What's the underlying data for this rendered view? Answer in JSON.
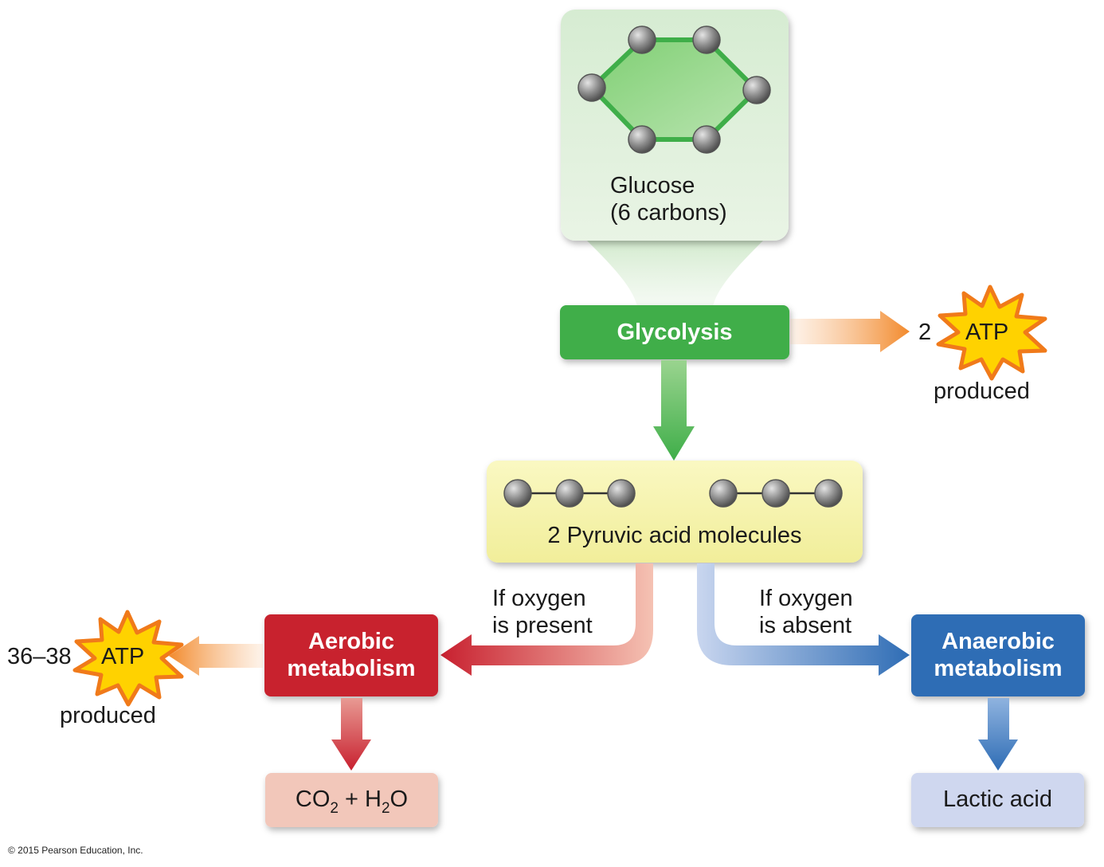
{
  "glucose": {
    "line1": "Glucose",
    "line2": "(6 carbons)"
  },
  "glycolysis": {
    "label": "Glycolysis"
  },
  "glycolysis_yield": {
    "count": "2",
    "atp": "ATP",
    "produced": "produced"
  },
  "pyruvic": {
    "label": "2 Pyruvic acid molecules"
  },
  "oxygen_present": {
    "line1": "If oxygen",
    "line2": "is present"
  },
  "oxygen_absent": {
    "line1": "If oxygen",
    "line2": "is absent"
  },
  "aerobic": {
    "line1": "Aerobic",
    "line2": "metabolism"
  },
  "anaerobic": {
    "line1": "Anaerobic",
    "line2": "metabolism"
  },
  "aerobic_yield": {
    "count": "36–38",
    "atp": "ATP",
    "produced": "produced"
  },
  "aerobic_product": {
    "co": "CO",
    "sub1": "2",
    "mid": " + H",
    "sub2": "2",
    "end": "O"
  },
  "anaerobic_product": {
    "label": "Lactic acid"
  },
  "copyright": "© 2015 Pearson Education, Inc.",
  "colors": {
    "glycolysis_green": "#3fae49",
    "aerobic_red": "#c8202f",
    "anaerobic_blue": "#2f6db5",
    "pyruvic_yellow": "#f6f3a6",
    "atp_yellow": "#ffd200",
    "atp_outline": "#f07a1a"
  }
}
